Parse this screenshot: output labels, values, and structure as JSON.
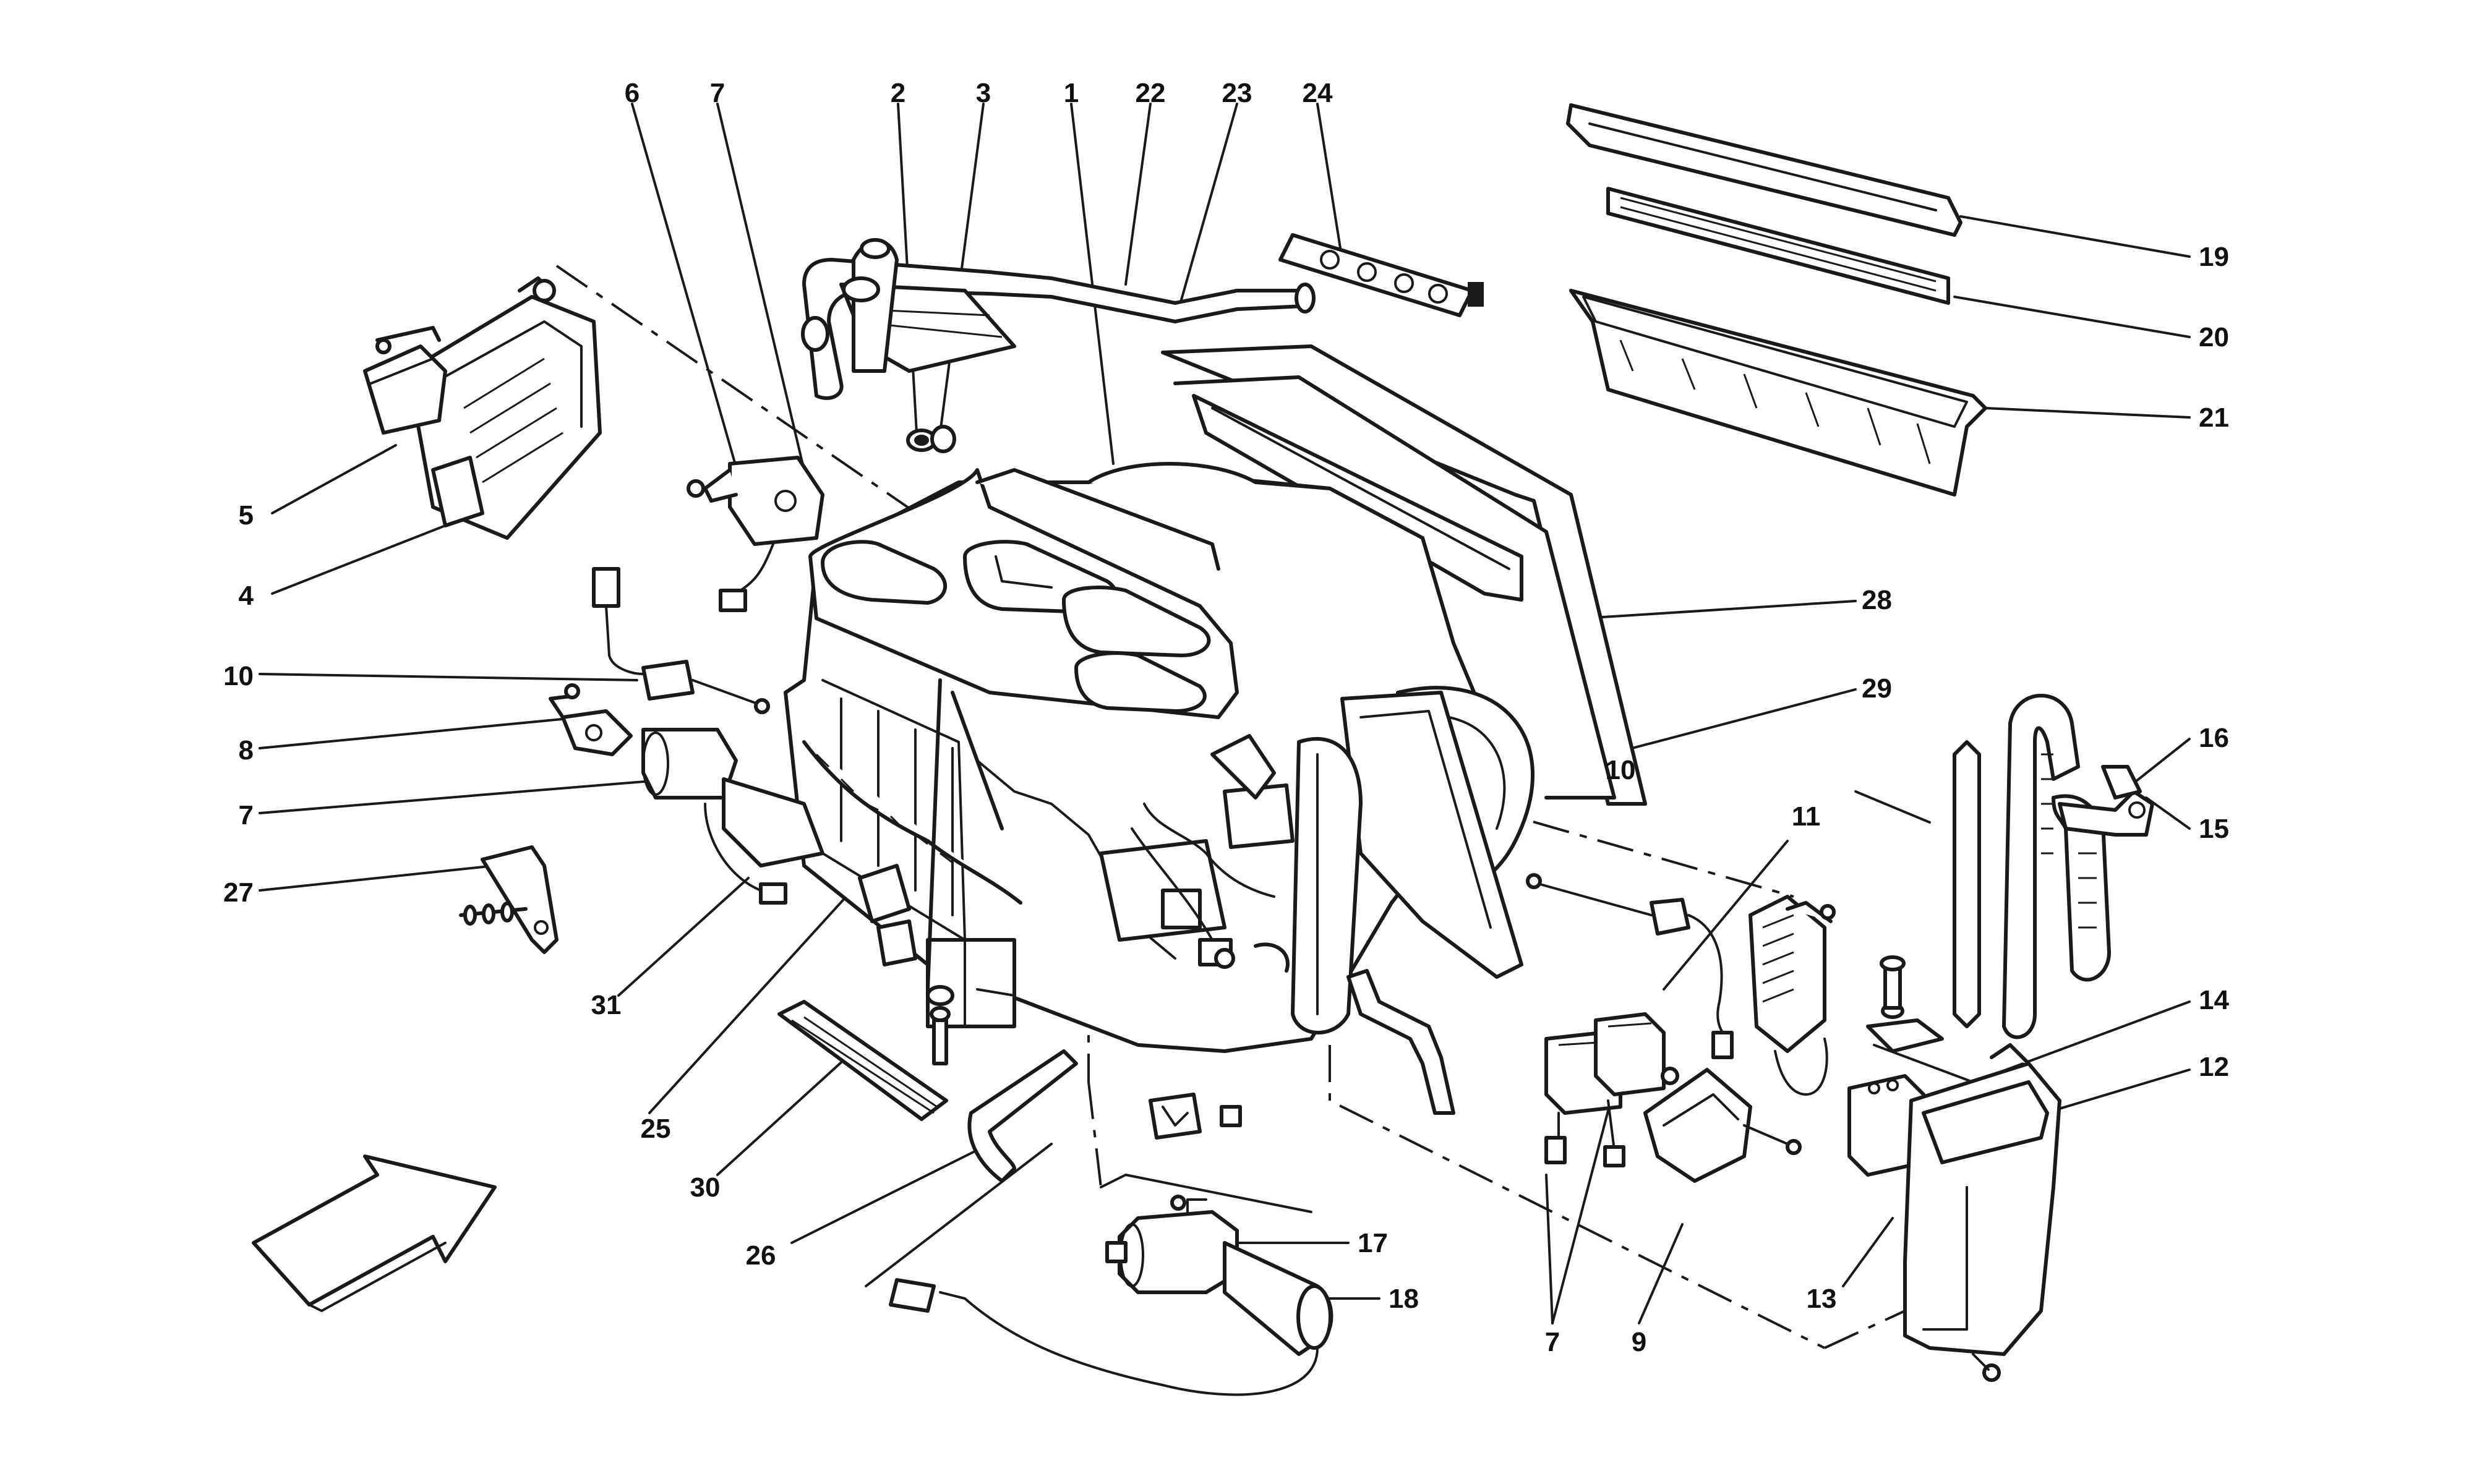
{
  "diagram": {
    "callouts": [
      {
        "id": "c6a",
        "label": "6"
      },
      {
        "id": "c7a",
        "label": "7"
      },
      {
        "id": "c2",
        "label": "2"
      },
      {
        "id": "c3",
        "label": "3"
      },
      {
        "id": "c1",
        "label": "1"
      },
      {
        "id": "c22",
        "label": "22"
      },
      {
        "id": "c23",
        "label": "23"
      },
      {
        "id": "c24",
        "label": "24"
      },
      {
        "id": "c19",
        "label": "19"
      },
      {
        "id": "c20",
        "label": "20"
      },
      {
        "id": "c21",
        "label": "21"
      },
      {
        "id": "c5",
        "label": "5"
      },
      {
        "id": "c4",
        "label": "4"
      },
      {
        "id": "c28",
        "label": "28"
      },
      {
        "id": "c10a",
        "label": "10"
      },
      {
        "id": "c29",
        "label": "29"
      },
      {
        "id": "c8",
        "label": "8"
      },
      {
        "id": "c16",
        "label": "16"
      },
      {
        "id": "c10b",
        "label": "10"
      },
      {
        "id": "c7b",
        "label": "7"
      },
      {
        "id": "c15",
        "label": "15"
      },
      {
        "id": "c11",
        "label": "11"
      },
      {
        "id": "c27",
        "label": "27"
      },
      {
        "id": "c14",
        "label": "14"
      },
      {
        "id": "c12",
        "label": "12"
      },
      {
        "id": "c31",
        "label": "31"
      },
      {
        "id": "c25",
        "label": "25"
      },
      {
        "id": "c30",
        "label": "30"
      },
      {
        "id": "c17",
        "label": "17"
      },
      {
        "id": "c26",
        "label": "26"
      },
      {
        "id": "c18",
        "label": "18"
      },
      {
        "id": "c7c",
        "label": "7"
      },
      {
        "id": "c9",
        "label": "9"
      },
      {
        "id": "c13",
        "label": "13"
      }
    ],
    "orientation_arrow_icon": "front-direction-arrow-icon"
  }
}
